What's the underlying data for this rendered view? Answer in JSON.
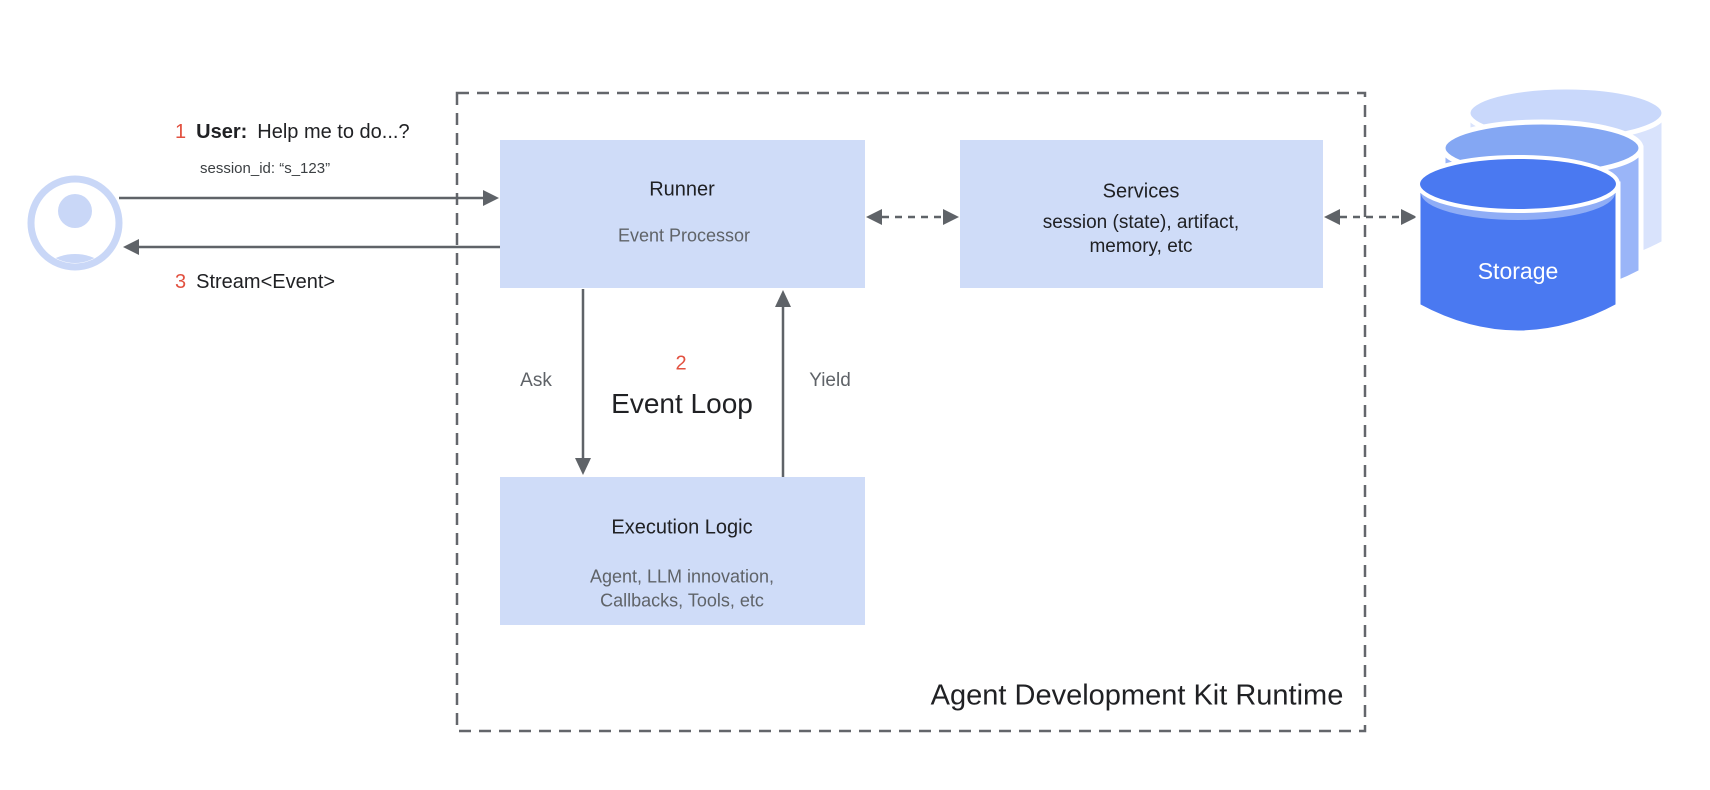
{
  "user_request": {
    "step_number": "1",
    "speaker": "User:",
    "message": "Help me to do...?",
    "session_id": "session_id: “s_123”"
  },
  "response": {
    "step_number": "3",
    "message": "Stream<Event>"
  },
  "runner": {
    "title": "Runner",
    "subcomponent": "Event Processor"
  },
  "services": {
    "title": "Services",
    "description_line1": "session (state), artifact,",
    "description_line2": "memory, etc"
  },
  "execution_logic": {
    "title": "Execution Logic",
    "description_line1": "Agent, LLM innovation,",
    "description_line2": "Callbacks, Tools, etc"
  },
  "event_loop": {
    "step_number": "2",
    "label": "Event Loop",
    "ask_label": "Ask",
    "yield_label": "Yield"
  },
  "storage": {
    "label": "Storage"
  },
  "runtime": {
    "label": "Agent Development Kit Runtime"
  },
  "colors": {
    "box_fill": "#cfdcf8",
    "stroke_gray": "#5f6368",
    "text_dark": "#202124",
    "text_gray": "#5f6368",
    "accent_red": "#e25140",
    "avatar_blue": "#c9d7f7",
    "storage_front_blue": "#4a79f1",
    "storage_mid_blue": "#9ab5f8",
    "storage_back_blue": "#d9e3fc"
  }
}
